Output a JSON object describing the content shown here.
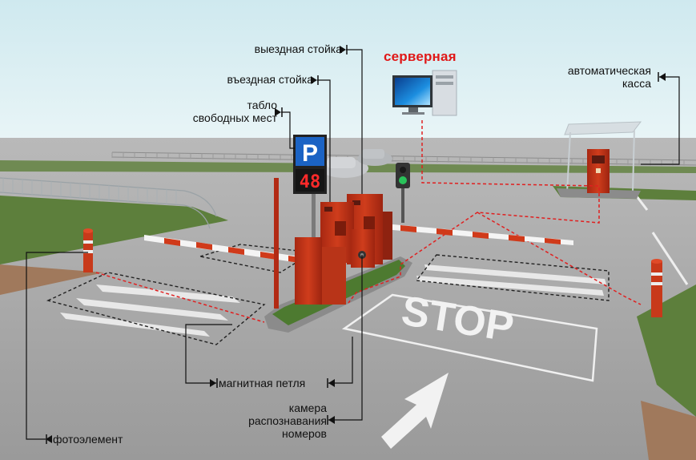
{
  "labels": {
    "exit_stand": "выездная стойка",
    "entry_stand": "въездная стойка",
    "board_line1": "табло",
    "board_line2": "свободных мест",
    "server": "серверная",
    "cashier_line1": "автоматическая",
    "cashier_line2": "касса",
    "magnetic_loop": "магнитная петля",
    "camera_line1": "камера",
    "camera_line2": "распознавания",
    "camera_line3": "номеров",
    "photocell": "фотоэлемент"
  },
  "scene": {
    "parking_sign": "P",
    "free_places_count": "48",
    "road_marking": "STOP",
    "cable_color": "#e02020"
  }
}
